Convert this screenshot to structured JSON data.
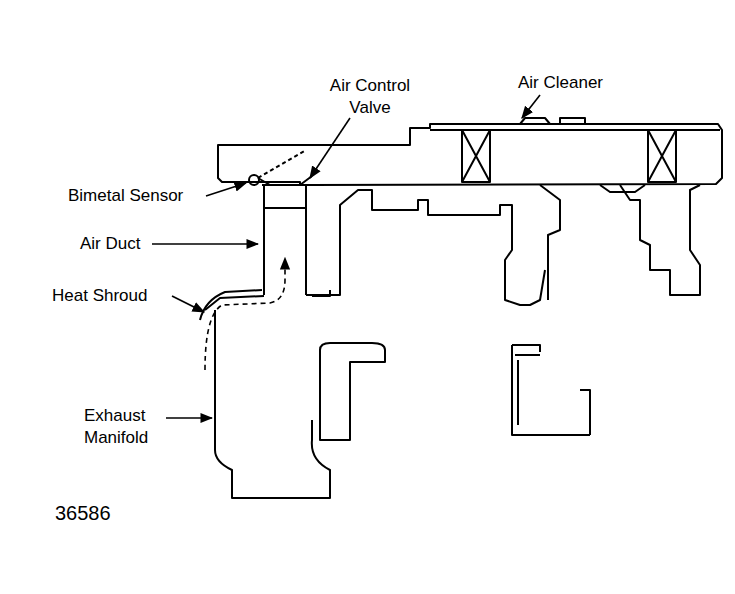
{
  "diagram": {
    "labels": [
      "Air Control Valve",
      "Air Cleaner",
      "Bimetal Sensor",
      "Air Duct",
      "Heat Shroud",
      "Exhaust Manifold",
      "36586"
    ]
  }
}
